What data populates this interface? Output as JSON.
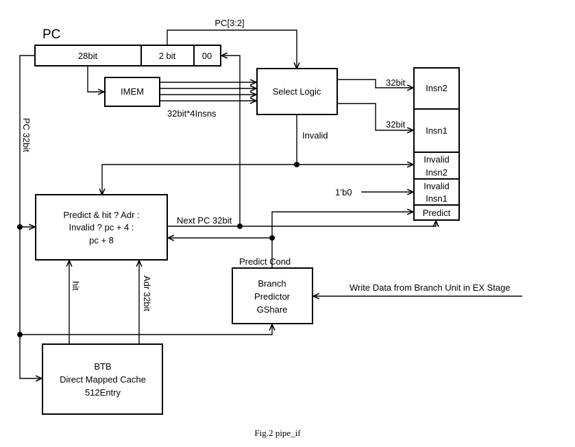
{
  "labels": {
    "pc_title": "PC",
    "pc_28bit": "28bit",
    "pc_2bit": "2 bit",
    "pc_00": "00",
    "pc_slice": "PC[3:2]",
    "imem": "IMEM",
    "imem_width": "32bit*4Insns",
    "select_logic": "Select Logic",
    "insn_width_2": "32bit",
    "insn_width_1": "32bit",
    "insn2": "Insn2",
    "insn1": "Insn1",
    "invalid_insn2_a": "Invalid",
    "invalid_insn2_b": "Insn2",
    "invalid_insn1_a": "Invalid",
    "invalid_insn1_b": "Insn1",
    "predict_field": "Predict",
    "const_zero": "1’b0",
    "invalid_signal": "Invalid",
    "pc_32bit": "PC 32bit",
    "mux_line1": "Predict & hit ? Adr :",
    "mux_line2": "Invalid  ? pc + 4 :",
    "mux_line3": "pc + 8",
    "next_pc": "Next PC 32bit",
    "predict_cond": "Predict  Cond",
    "bp_line1": "Branch",
    "bp_line2": "Predictor",
    "bp_line3": "GShare",
    "write_data": "Write Data from Branch Unit in EX Stage",
    "hit": "hit",
    "adr_32bit": "Adr 32bit",
    "btb_line1": "BTB",
    "btb_line2": "Direct Mapped Cache",
    "btb_line3": "512Entry"
  },
  "caption": "Fig.2    pipe_if"
}
